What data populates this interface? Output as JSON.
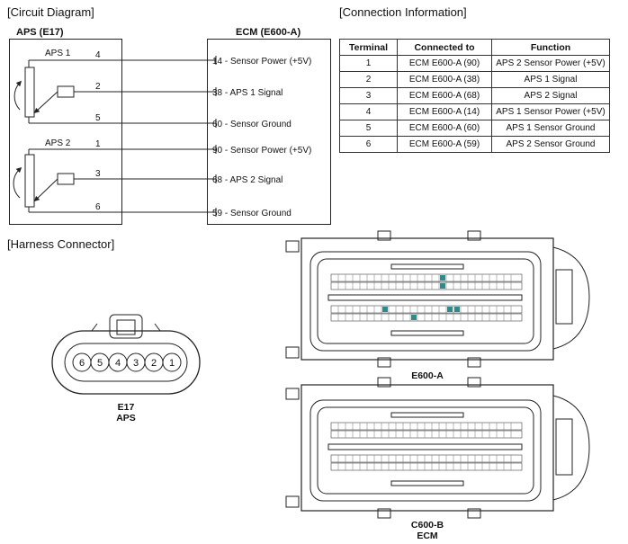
{
  "sections": {
    "circuit": "[Circuit Diagram]",
    "connection": "[Connection Information]",
    "harness": "[Harness Connector]"
  },
  "circuit": {
    "aps_title": "APS (E17)",
    "ecm_title": "ECM (E600-A)",
    "sensor1_label": "APS 1",
    "sensor2_label": "APS 2",
    "pins": [
      "4",
      "2",
      "5",
      "1",
      "3",
      "6"
    ],
    "ecm_pins": [
      "14 - Sensor Power (+5V)",
      "38 - APS 1 Signal",
      "60 - Sensor Ground",
      "90 - Sensor Power (+5V)",
      "68 - APS 2 Signal",
      "59 - Sensor Ground"
    ]
  },
  "table": {
    "headers": [
      "Terminal",
      "Connected to",
      "Function"
    ],
    "rows": [
      [
        "1",
        "ECM E600-A (90)",
        "APS 2 Sensor Power (+5V)"
      ],
      [
        "2",
        "ECM E600-A (38)",
        "APS 1 Signal"
      ],
      [
        "3",
        "ECM E600-A (68)",
        "APS 2 Signal"
      ],
      [
        "4",
        "ECM E600-A (14)",
        "APS 1 Sensor Power (+5V)"
      ],
      [
        "5",
        "ECM E600-A (60)",
        "APS 1 Sensor Ground"
      ],
      [
        "6",
        "ECM E600-A (59)",
        "APS 2 Sensor Ground"
      ]
    ]
  },
  "connectors": {
    "e17": {
      "pins": [
        "6",
        "5",
        "4",
        "3",
        "2",
        "1"
      ],
      "line1": "E17",
      "line2": "APS"
    },
    "e600a": {
      "line1": "E600-A"
    },
    "c600b": {
      "line1": "C600-B",
      "line2": "ECM"
    }
  }
}
